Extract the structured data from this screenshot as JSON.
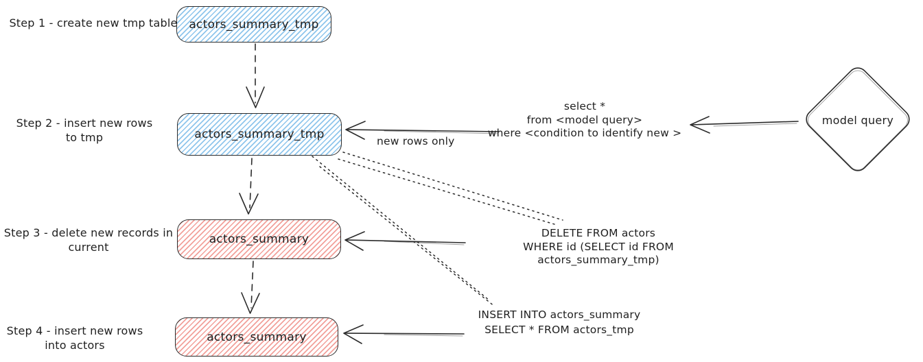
{
  "colors": {
    "node_blue": "#8ec5ec",
    "node_red": "#f2a09a",
    "stroke": "#2b2b2b",
    "text": "#1f1f1f",
    "background": "#ffffff"
  },
  "steps": [
    {
      "label": "Step 1 - create new tmp table",
      "node": "actors_summary_tmp",
      "node_style": "blue"
    },
    {
      "label": "Step 2 - insert new rows\nto tmp",
      "node": "actors_summary_tmp",
      "node_style": "blue"
    },
    {
      "label": "Step 3 - delete new records in\ncurrent",
      "node": "actors_summary",
      "node_style": "red"
    },
    {
      "label": "Step 4 - insert new rows\ninto actors",
      "node": "actors_summary",
      "node_style": "red"
    }
  ],
  "model_query": {
    "label": "model query"
  },
  "annotations": {
    "select_query": "select *\nfrom <model query>\nwhere <condition to identify new >",
    "new_rows_only": "new rows only",
    "delete_sql": "DELETE FROM actors\nWHERE id (SELECT id FROM actors_summary_tmp)",
    "insert_sql": "INSERT INTO actors_summary\nSELECT * FROM actors_tmp"
  }
}
